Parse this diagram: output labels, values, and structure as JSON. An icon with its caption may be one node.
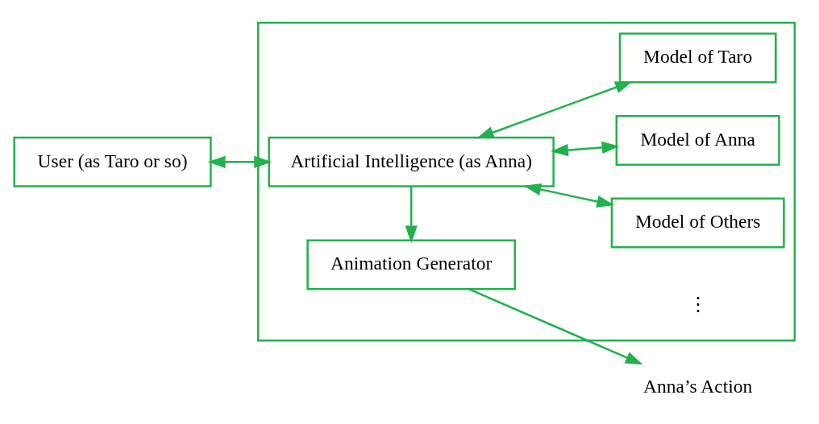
{
  "diagram": {
    "nodes": [
      {
        "text": [],
        "shape": "box"
      },
      {
        "text": [
          "User (as Taro or so)"
        ]
      },
      {
        "text": [
          "Artificial Intelligence (as Anna)"
        ],
        "in": 0
      },
      {
        "text": [
          "Animation Generator"
        ],
        "in": 0
      },
      {
        "text": [
          "Model of Anna"
        ],
        "in": 0
      },
      {
        "text": [
          "Model of Taro"
        ],
        "in": 0
      },
      {
        "text": [
          "Model of Others"
        ],
        "in": 0
      },
      {
        "text": [
          "Anna’s Action"
        ]
      }
    ],
    "edges": [
      {
        "from": 1,
        "to": 2,
        "arrow": "both"
      },
      {
        "from": 2,
        "to": 3,
        "arrow": "to"
      },
      {
        "from": 2,
        "to": 4,
        "arrow": "both"
      },
      {
        "from": 2,
        "to": 5,
        "arrow": "both"
      },
      {
        "from": 2,
        "to": 6,
        "arrow": "both"
      },
      {
        "from": 3,
        "to": 7,
        "arrow": "to"
      }
    ],
    "labels": [
      "⋮"
    ]
  }
}
